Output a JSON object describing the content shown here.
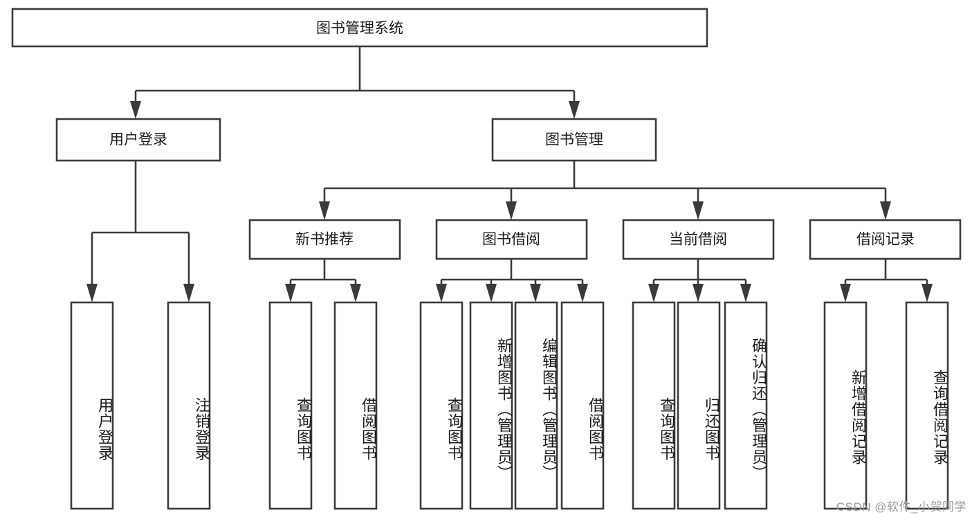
{
  "diagram": {
    "title": "图书管理系统",
    "type": "tree-hierarchy",
    "watermark": "CSDN @软件_小贺同学",
    "colors": {
      "stroke": "#3a3a3a",
      "fill": "#ffffff",
      "text": "#1a1a1a",
      "watermark": "#9a9a9a"
    },
    "root": {
      "label": "图书管理系统"
    },
    "level2": [
      {
        "label": "用户登录"
      },
      {
        "label": "图书管理"
      }
    ],
    "level3": [
      {
        "label": "新书推荐"
      },
      {
        "label": "图书借阅"
      },
      {
        "label": "当前借阅"
      },
      {
        "label": "借阅记录"
      }
    ],
    "leaves": {
      "user_login": [
        {
          "label": "用户登录"
        },
        {
          "label": "注销登录"
        }
      ],
      "new_book_recommend": [
        {
          "label": "查询图书"
        },
        {
          "label": "借阅图书"
        }
      ],
      "book_borrow": [
        {
          "label": "查询图书"
        },
        {
          "label": "新增图书（管理员）"
        },
        {
          "label": "编辑图书（管理员）"
        },
        {
          "label": "借阅图书"
        }
      ],
      "current_borrow": [
        {
          "label": "查询图书"
        },
        {
          "label": "归还图书"
        },
        {
          "label": "确认归还（管理员）"
        }
      ],
      "borrow_record": [
        {
          "label": "新增借阅记录"
        },
        {
          "label": "查询借阅记录"
        }
      ]
    }
  }
}
